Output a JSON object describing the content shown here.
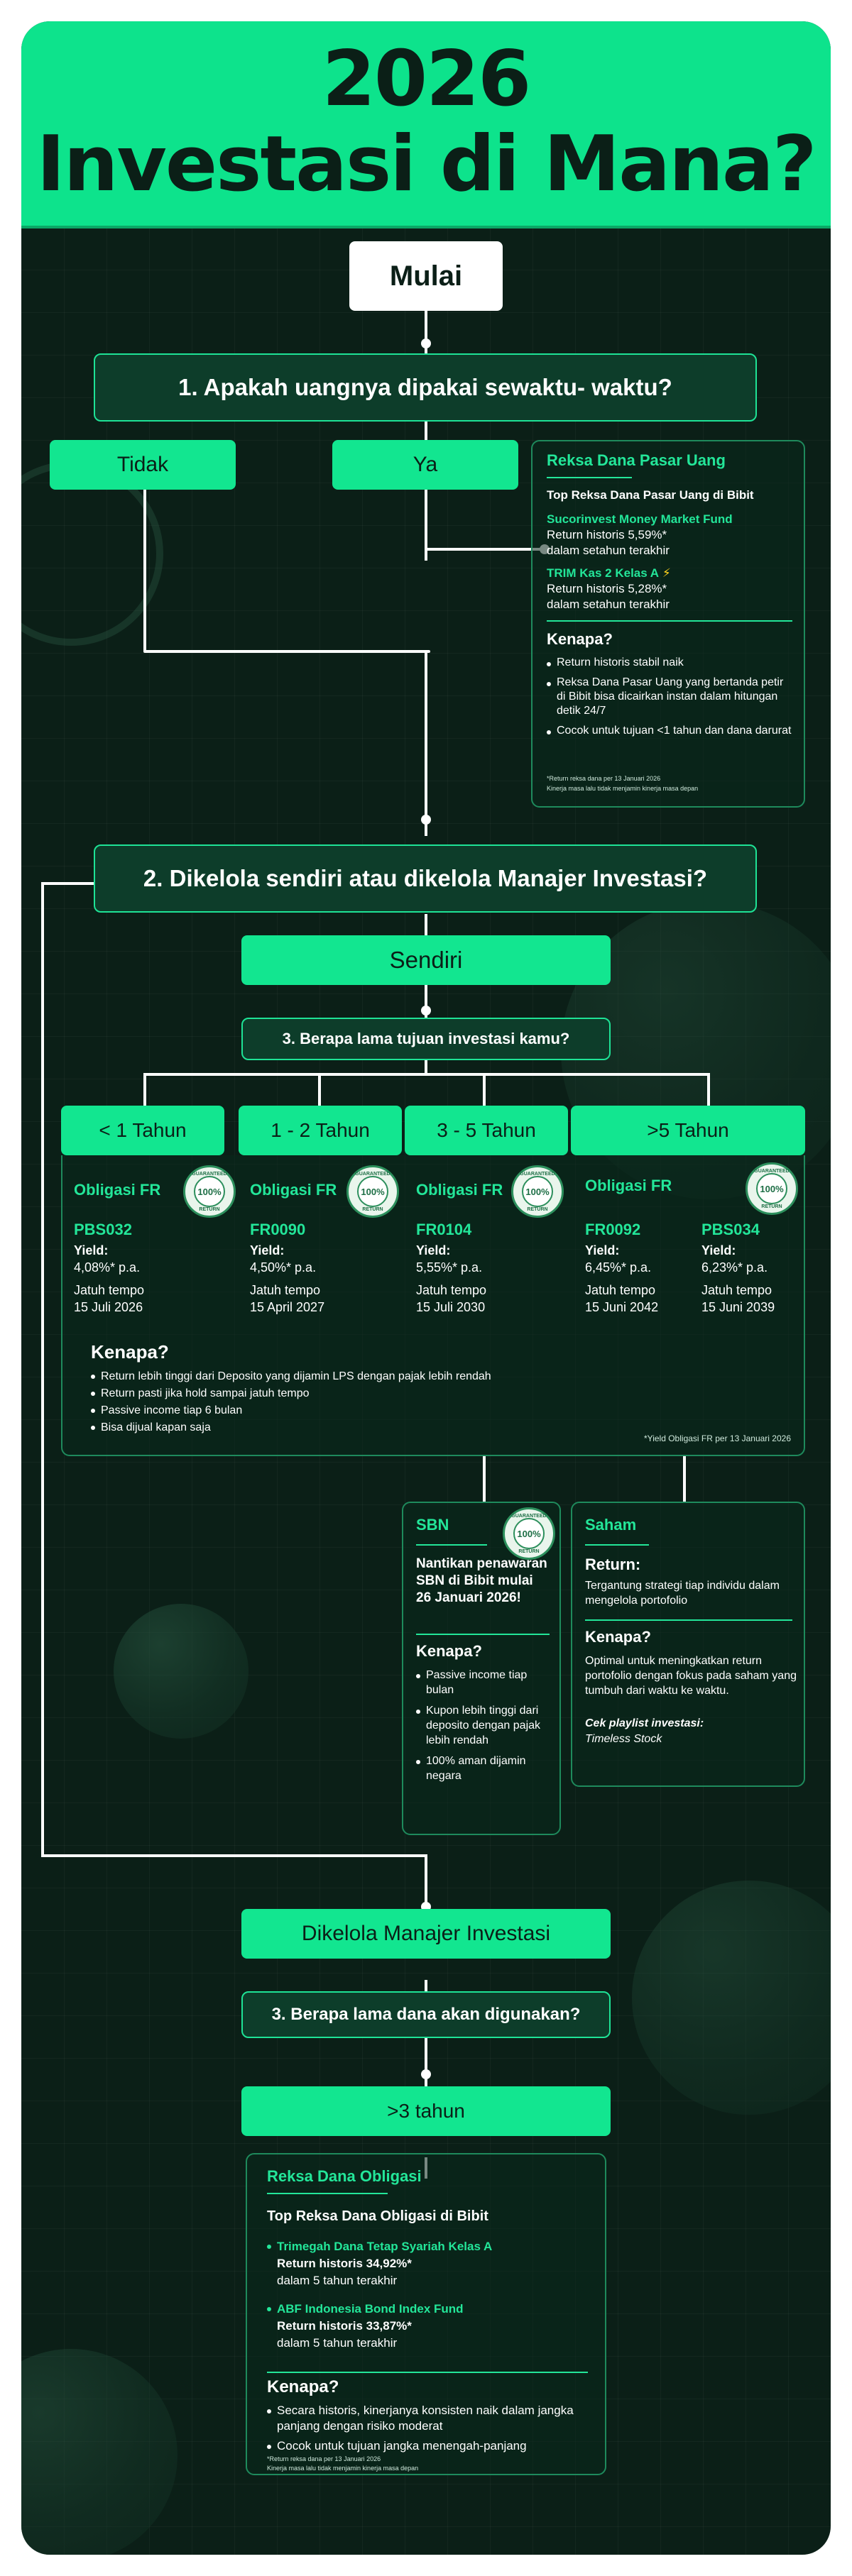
{
  "title": {
    "line1": "2026",
    "line2": "Investasi di Mana?"
  },
  "start": "Mulai",
  "q1": {
    "question": "1. Apakah uangnya dipakai sewaktu- waktu?",
    "no": "Tidak",
    "yes": "Ya"
  },
  "money_market": {
    "heading": "Reksa Dana Pasar Uang",
    "subheading": "Top Reksa Dana Pasar Uang di Bibit",
    "funds": [
      {
        "name": "Sucorinvest Money Market Fund",
        "return": "Return historis 5,59%*",
        "period": "dalam setahun terakhir"
      },
      {
        "name": "TRIM Kas 2 Kelas A",
        "return": "Return historis 5,28%*",
        "period": "dalam setahun terakhir"
      }
    ],
    "lightning_icon": "⚡",
    "why_title": "Kenapa?",
    "why": [
      "Return historis stabil naik",
      "Reksa Dana Pasar Uang yang bertanda petir di Bibit bisa dicairkan instan dalam hitungan detik 24/7",
      "Cocok untuk tujuan <1 tahun dan dana darurat"
    ],
    "footnote1": "*Return reksa dana per 13 Januari 2026",
    "footnote2": "Kinerja masa lalu tidak menjamin kinerja masa depan"
  },
  "q2": {
    "question": "2. Dikelola sendiri atau dikelola Manajer Investasi?",
    "self": "Sendiri"
  },
  "q3_self": {
    "question": "3. Berapa lama tujuan investasi kamu?",
    "options": [
      "< 1 Tahun",
      "1 - 2 Tahun",
      "3 - 5 Tahun",
      ">5 Tahun"
    ]
  },
  "badge": {
    "top": "GUARANTEED",
    "center": "100%",
    "bottom": "RETURN"
  },
  "bonds": {
    "category": "Obligasi FR",
    "items": [
      {
        "code": "PBS032",
        "yield_label": "Yield:",
        "yield": "4,08%* p.a.",
        "maturity_label": "Jatuh tempo",
        "maturity": "15 Juli 2026"
      },
      {
        "code": "FR0090",
        "yield_label": "Yield:",
        "yield": "4,50%* p.a.",
        "maturity_label": "Jatuh tempo",
        "maturity": "15 April 2027"
      },
      {
        "code": "FR0104",
        "yield_label": "Yield:",
        "yield": "5,55%* p.a.",
        "maturity_label": "Jatuh tempo",
        "maturity": "15 Juli 2030"
      },
      {
        "code": "FR0092",
        "yield_label": "Yield:",
        "yield": "6,45%* p.a.",
        "maturity_label": "Jatuh tempo",
        "maturity": "15 Juni 2042"
      },
      {
        "code": "PBS034",
        "yield_label": "Yield:",
        "yield": "6,23%* p.a.",
        "maturity_label": "Jatuh tempo",
        "maturity": "15 Juni 2039"
      }
    ],
    "why_title": "Kenapa?",
    "why": [
      "Return lebih tinggi dari Deposito yang dijamin LPS dengan pajak lebih rendah",
      "Return pasti jika hold sampai jatuh tempo",
      "Passive income tiap 6 bulan",
      "Bisa dijual kapan saja"
    ],
    "footnote": "*Yield Obligasi FR per 13 Januari 2026"
  },
  "sbn": {
    "heading": "SBN",
    "announcement": "Nantikan penawaran SBN di Bibit mulai 26 Januari 2026!",
    "why_title": "Kenapa?",
    "why": [
      "Passive income tiap bulan",
      "Kupon lebih tinggi dari deposito dengan pajak lebih rendah",
      "100% aman dijamin negara"
    ]
  },
  "stocks": {
    "heading": "Saham",
    "return_title": "Return:",
    "return_text": "Tergantung strategi tiap individu dalam mengelola portofolio",
    "why_title": "Kenapa?",
    "why_text": "Optimal untuk meningkatkan return portofolio dengan fokus pada saham yang tumbuh dari waktu ke waktu.",
    "playlist_label": "Cek playlist investasi:",
    "playlist_name": "Timeless Stock"
  },
  "managed": {
    "label": "Dikelola Manajer Investasi",
    "question": "3. Berapa lama dana akan digunakan?",
    "answer": ">3 tahun"
  },
  "bond_funds": {
    "heading": "Reksa Dana Obligasi",
    "subheading": "Top Reksa Dana Obligasi di Bibit",
    "funds": [
      {
        "name": "Trimegah Dana Tetap Syariah Kelas A",
        "return": "Return historis 34,92%*",
        "period": "dalam 5 tahun terakhir"
      },
      {
        "name": "ABF Indonesia Bond Index Fund",
        "return": "Return historis 33,87%*",
        "period": "dalam 5 tahun terakhir"
      }
    ],
    "why_title": "Kenapa?",
    "why": [
      "Secara historis, kinerjanya konsisten naik dalam jangka panjang dengan risiko moderat",
      "Cocok untuk tujuan jangka menengah-panjang"
    ],
    "footnote1": "*Return reksa dana per 13 Januari 2026",
    "footnote2": "Kinerja masa lalu tidak menjamin kinerja masa depan"
  }
}
